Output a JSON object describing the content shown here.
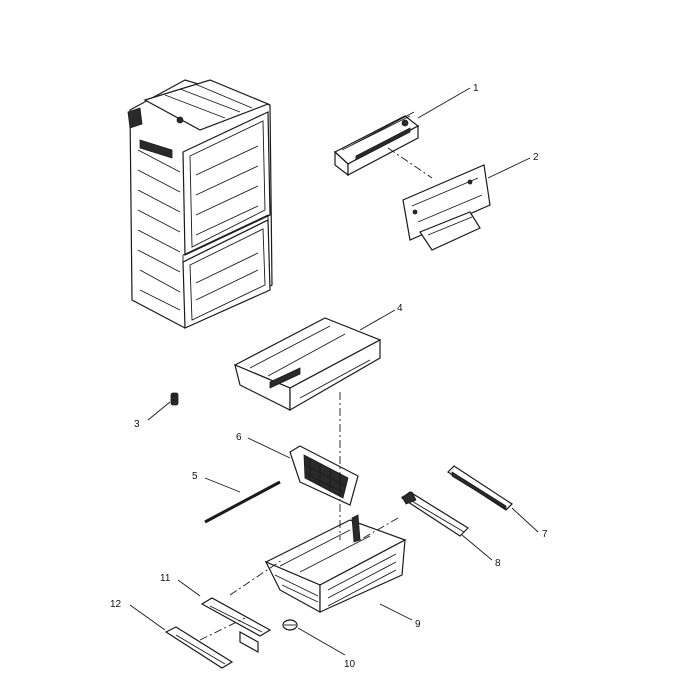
{
  "diagram": {
    "parts": [
      {
        "number": "1"
      },
      {
        "number": "2"
      },
      {
        "number": "3"
      },
      {
        "number": "4"
      },
      {
        "number": "5"
      },
      {
        "number": "6"
      },
      {
        "number": "7"
      },
      {
        "number": "8"
      },
      {
        "number": "9"
      },
      {
        "number": "10"
      },
      {
        "number": "11"
      },
      {
        "number": "12"
      }
    ]
  }
}
